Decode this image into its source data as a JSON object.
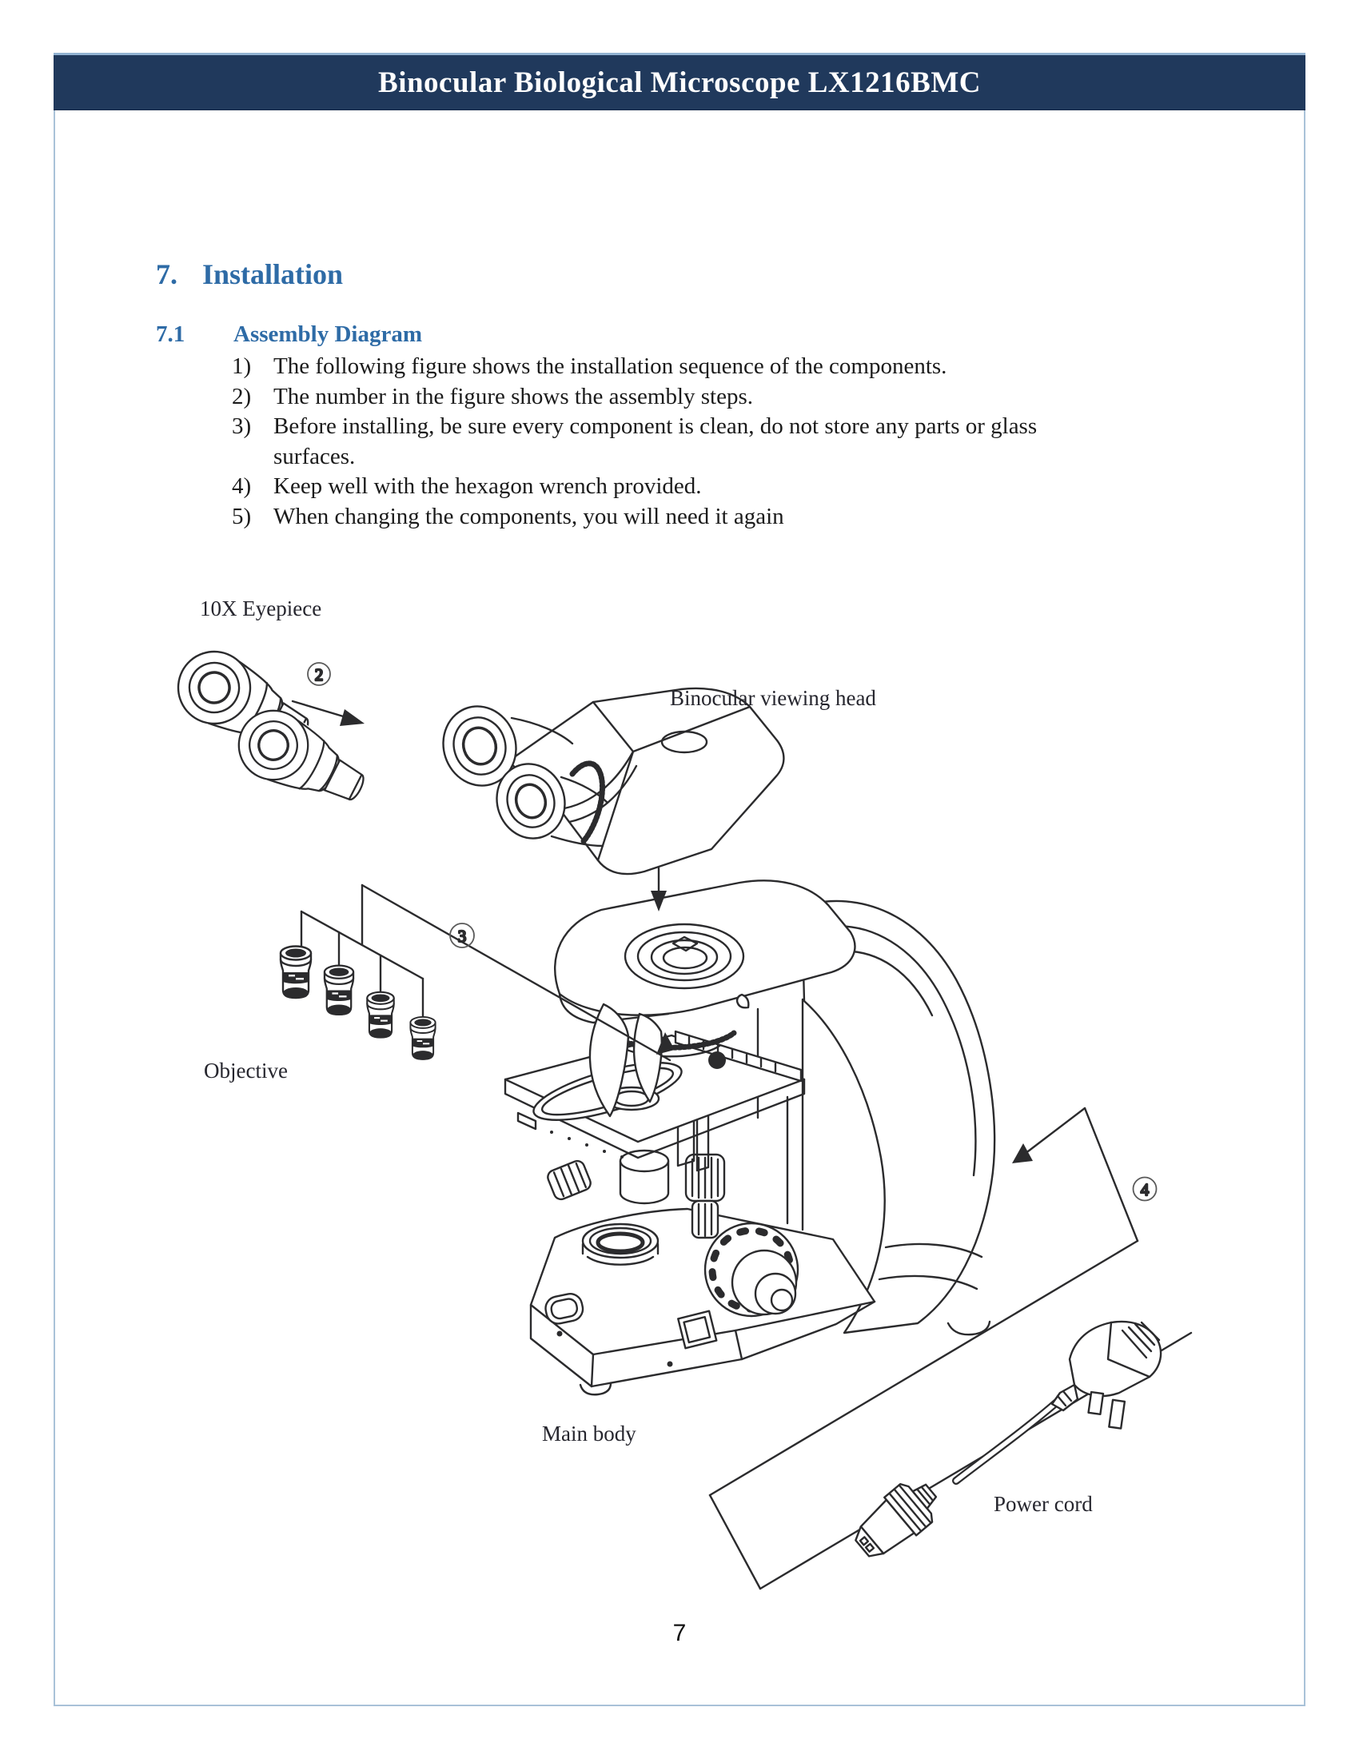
{
  "header": {
    "title": "Binocular Biological Microscope LX1216BMC"
  },
  "section": {
    "number": "7.",
    "title": "Installation"
  },
  "subsection": {
    "number": "7.1",
    "title": "Assembly Diagram"
  },
  "instructions": [
    {
      "num": "1)",
      "text": "The following figure shows the installation sequence of the components."
    },
    {
      "num": "2)",
      "text": "The number in the figure shows the assembly steps."
    },
    {
      "num": "3)",
      "text": "Before installing, be sure every component is clean, do not store any parts or glass surfaces."
    },
    {
      "num": "4)",
      "text": "Keep well with the hexagon wrench provided."
    },
    {
      "num": "5)",
      "text": "When changing the components, you will need it again"
    }
  ],
  "diagram": {
    "labels": {
      "eyepiece": "10X Eyepiece",
      "viewing_head": "Binocular viewing head",
      "objective": "Objective",
      "main_body": "Main body",
      "power_cord": "Power cord"
    },
    "steps": {
      "step2": "2",
      "step3": "3",
      "step4": "4"
    }
  },
  "page": {
    "number": "7"
  },
  "colors": {
    "header_bg": "#20395c",
    "heading_blue": "#2e6ba6",
    "border_blue": "#a9c2d8",
    "line_art": "#2b2b2d"
  }
}
